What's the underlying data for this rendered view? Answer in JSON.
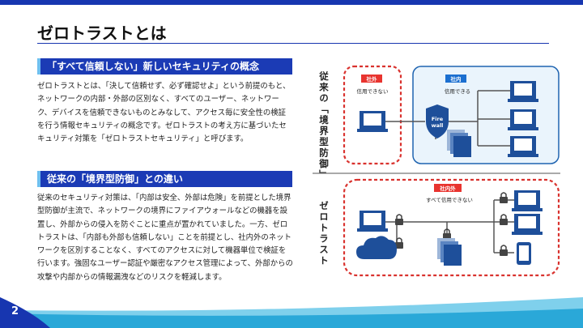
{
  "page": {
    "title": "ゼロトラストとは",
    "page_number": "2"
  },
  "section1": {
    "heading": "「すべて信頼しない」新しいセキュリティの概念",
    "body": "ゼロトラストとは、「決して信頼せず、必ず確認せよ」という前提のもと、ネットワークの内部・外部の区別なく、すべてのユーザー、ネットワーク、デバイスを信頼できないものとみなして、アクセス毎に安全性の検証を行う情報セキュリティの概念です。ゼロトラストの考え方に基づいたセキュリティ対策を「ゼロトラストセキュリティ」と呼びます。"
  },
  "section2": {
    "heading": "従来の「境界型防御」との違い",
    "body": "従来のセキュリティ対策は、「内部は安全、外部は危険」を前提とした境界型防御が主流で、ネットワークの境界にファイアウォールなどの機器を設置し、外部からの侵入を防ぐことに重点が置かれていました。一方、ゼロトラストは、「内部も外部も信頼しない」ことを前提とし、社内外のネットワークを区別することなく、すべてのアクセスに対して機器単位で検証を行います。強固なユーザー認証や厳密なアクセス管理によって、外部からの攻撃や内部からの情報漏洩などのリスクを軽減します。"
  },
  "diagram": {
    "perimeter_label": "従来の「境界型防御」",
    "zerotrust_label": "ゼロトラスト",
    "outside_badge": "社外",
    "outside_text": "信用できない",
    "inside_badge": "社内",
    "inside_text": "信用できる",
    "firewall_text_1": "Fire",
    "firewall_text_2": "wall",
    "zt_badge": "社内外",
    "zt_text": "すべて信用できない"
  },
  "colors": {
    "accent_blue": "#1b3bb5",
    "badge_red": "#e8342f",
    "badge_blue": "#1b6fd0",
    "icon_blue": "#1e4f9a",
    "dashed_red": "#d9322e"
  }
}
